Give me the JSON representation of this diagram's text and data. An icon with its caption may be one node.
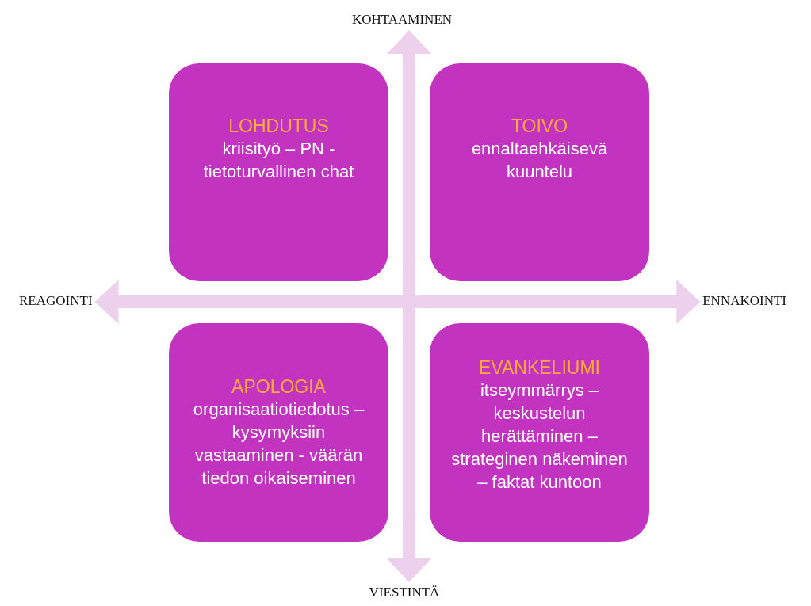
{
  "diagram": {
    "nodes": [
      {
        "text": [
          "LOHDUTUS",
          "kriisityö – PN - tietoturvallinen chat"
        ]
      },
      {
        "text": [
          "TOIVO",
          "ennaltaehkäisevä kuuntelu"
        ]
      },
      {
        "text": [
          "APOLOGIA",
          "organisaatiotiedotus – kysymyksiin vastaaminen - väärän tiedon oikaiseminen"
        ]
      },
      {
        "text": [
          "EVANKELIUMI",
          "itseymmärrys – keskustelun herättäminen – strateginen näkeminen – faktat kuntoon"
        ]
      },
      {
        "text": [
          "KOHTAAMINEN"
        ]
      },
      {
        "text": [
          "REAGOINTI"
        ]
      },
      {
        "text": [
          "ENNAKOINTI"
        ]
      },
      {
        "text": [
          "VIESTINTÄ"
        ]
      }
    ],
    "edges": [
      {
        "from": 4,
        "to": 7,
        "arrow": "both"
      },
      {
        "from": 5,
        "to": 6,
        "arrow": "both"
      }
    ]
  }
}
